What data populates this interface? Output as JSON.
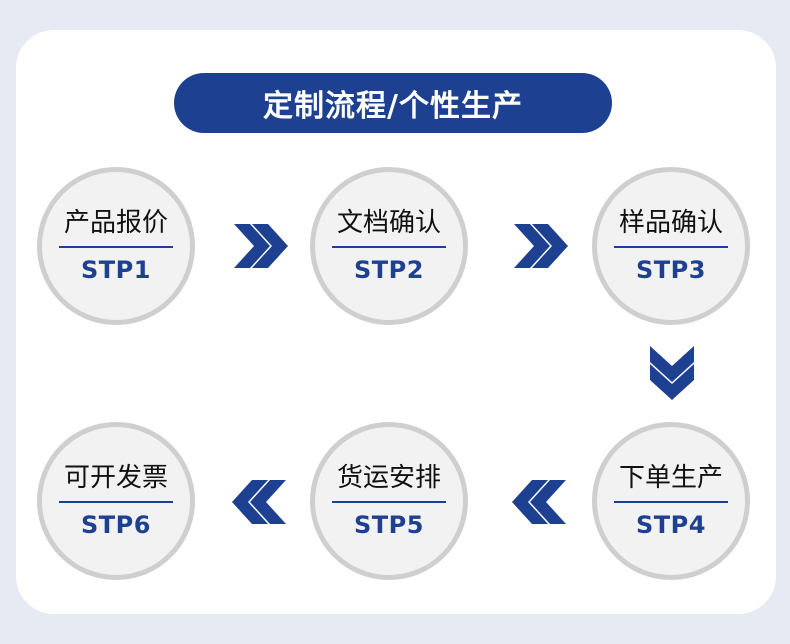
{
  "title": "定制流程/个性生产",
  "colors": {
    "primary": "#1e4090",
    "circle_fill": "#f2f2f2",
    "circle_border": "#cfcfcf",
    "page_background": "#e6ebf3",
    "card_background": "#ffffff"
  },
  "steps": [
    {
      "name": "产品报价",
      "code": "STP1"
    },
    {
      "name": "文档确认",
      "code": "STP2"
    },
    {
      "name": "样品确认",
      "code": "STP3"
    },
    {
      "name": "下单生产",
      "code": "STP4"
    },
    {
      "name": "货运安排",
      "code": "STP5"
    },
    {
      "name": "可开发票",
      "code": "STP6"
    }
  ],
  "arrows": [
    {
      "icon": "double-chevron-right-icon"
    },
    {
      "icon": "double-chevron-right-icon"
    },
    {
      "icon": "double-chevron-down-icon"
    },
    {
      "icon": "double-chevron-left-icon"
    },
    {
      "icon": "double-chevron-left-icon"
    }
  ]
}
